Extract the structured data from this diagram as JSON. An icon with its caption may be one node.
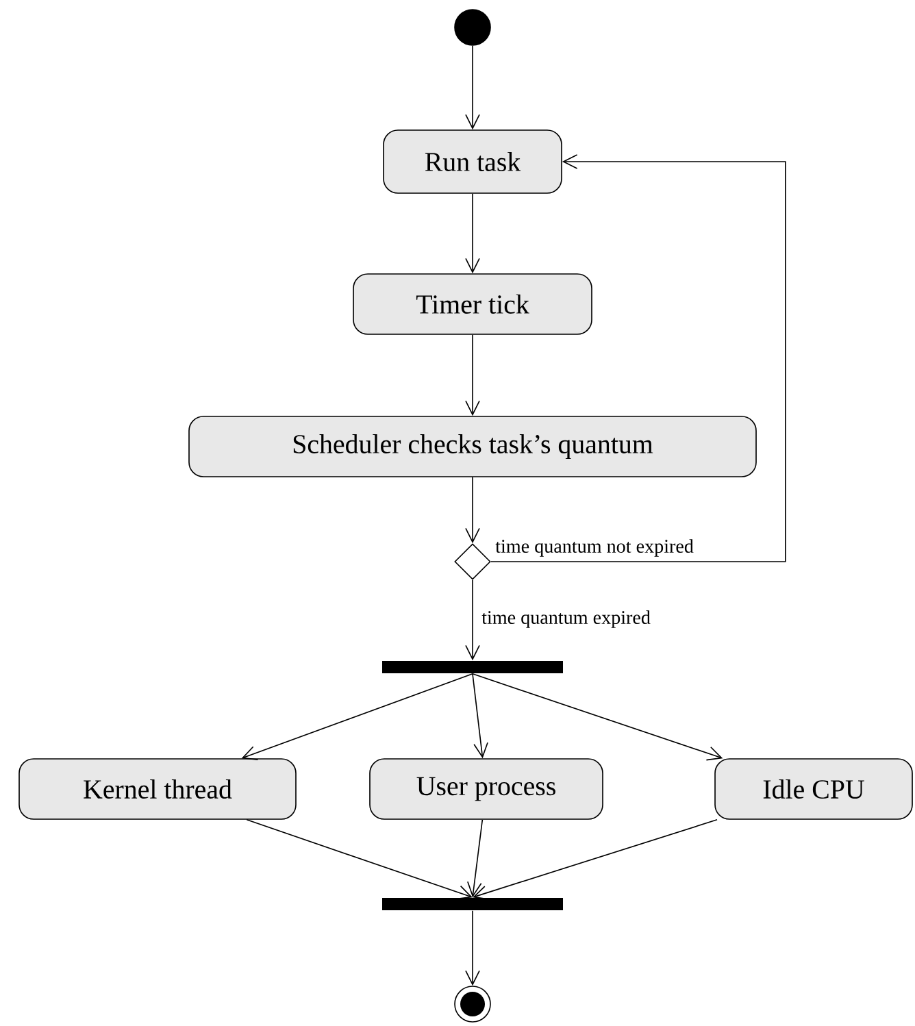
{
  "diagram": {
    "nodes": [
      {
        "text": [],
        "shape": "circle"
      },
      {
        "text": [
          "Run task"
        ]
      },
      {
        "text": [
          "Timer tick"
        ]
      },
      {
        "text": [
          "Scheduler checks task’s quantum"
        ]
      },
      {
        "text": [],
        "shape": "diamond"
      },
      {
        "text": [],
        "shape": "bar"
      },
      {
        "text": [
          "Kernel thread"
        ]
      },
      {
        "text": [
          "User process"
        ]
      },
      {
        "text": [
          "Idle CPU"
        ]
      },
      {
        "text": [],
        "shape": "bar"
      },
      {
        "text": [],
        "shape": "circle"
      }
    ],
    "edges": [
      {
        "from": 0,
        "to": 1,
        "arrow": "to"
      },
      {
        "from": 1,
        "to": 2,
        "arrow": "to"
      },
      {
        "from": 2,
        "to": 3,
        "arrow": "to"
      },
      {
        "from": 3,
        "to": 4,
        "arrow": "to"
      },
      {
        "from": 4,
        "to": 1,
        "arrow": "to",
        "label": "time quantum not expired"
      },
      {
        "from": 4,
        "to": 5,
        "arrow": "to",
        "label": "time quantum expired"
      },
      {
        "from": 5,
        "to": 6,
        "arrow": "to"
      },
      {
        "from": 5,
        "to": 7,
        "arrow": "to"
      },
      {
        "from": 5,
        "to": 8,
        "arrow": "to"
      },
      {
        "from": 6,
        "to": 9,
        "arrow": "to"
      },
      {
        "from": 7,
        "to": 9,
        "arrow": "to"
      },
      {
        "from": 8,
        "to": 9,
        "arrow": "to"
      },
      {
        "from": 9,
        "to": 10,
        "arrow": "to"
      }
    ]
  }
}
